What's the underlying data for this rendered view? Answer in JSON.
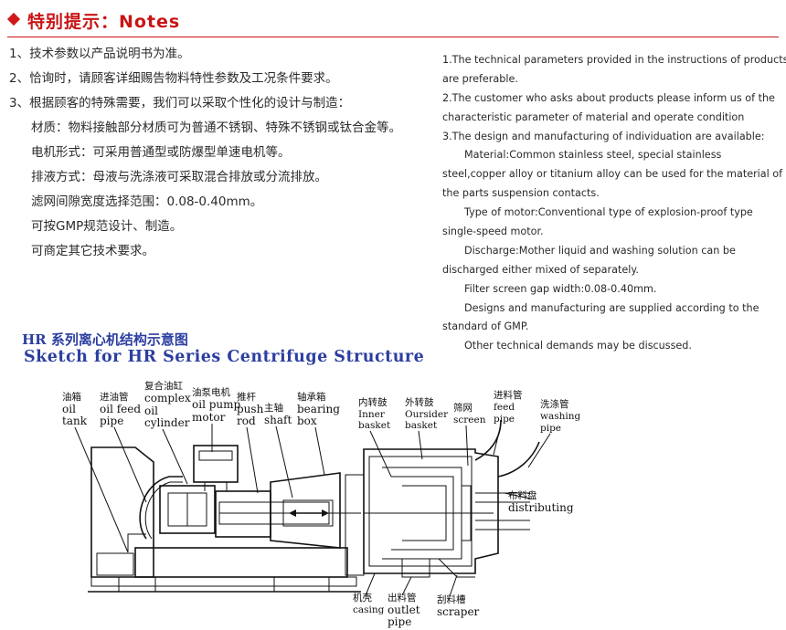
{
  "header": {
    "title": "特别提示：Notes"
  },
  "notes_cn": [
    "1、技术参数以产品说明书为准。",
    "2、恰询时，请顾客详细赐告物料特性参数及工况条件要求。",
    "3、根据顾客的特殊需要，我们可以采取个性化的设计与制造：",
    "材质：物料接触部分材质可为普通不锈钢、特殊不锈钢或钛合金等。",
    "电机形式：可采用普通型或防爆型单速电机等。",
    "排液方式：母液与洗涤液可采取混合排放或分流排放。",
    "滤网间隙宽度选择范围：0.08-0.40mm。",
    "可按GMP规范设计、制造。",
    "可商定其它技术要求。"
  ],
  "notes_en": [
    "1.The technical parameters provided in the instructions of products",
    "are preferable.",
    "2.The customer who asks about products please inform us of the",
    "characteristic parameter of material and operate condition",
    "3.The design and manufacturing of individuation are available:",
    "Material:Common stainless steel, special stainless",
    "steel,copper alloy or titanium alloy can be used for the material of",
    "the parts suspension contacts.",
    "Type of motor:Conventional type of explosion-proof type",
    "single-speed motor.",
    "Discharge:Mother liquid and washing solution can be",
    "discharged either mixed of separately.",
    "Filter screen gap width:0.08-0.40mm.",
    "Designs and manufacturing are supplied according to the",
    "standard of GMP.",
    "Other technical demands may be discussed."
  ],
  "sketch": {
    "title_cn": "HR 系列离心机结构示意图",
    "title_en": "Sketch for HR Series Centrifuge Structure"
  },
  "labels": {
    "oil_tank": [
      "油箱",
      "oil",
      "tank"
    ],
    "oil_feed_pipe": [
      "进油管",
      "oil feed",
      "pipe"
    ],
    "complex_cylinder": [
      "复合油缸",
      "complex",
      "oil",
      "cylinder"
    ],
    "oil_pump_motor": [
      "油泵电机",
      "oil pump",
      "motor"
    ],
    "push_rod": [
      "推杆",
      "push",
      "rod"
    ],
    "shaft": [
      "主轴",
      "shaft"
    ],
    "bearing_box": [
      "轴承箱",
      "bearing",
      "box"
    ],
    "inner_basket": [
      "内转鼓",
      "Inner",
      "basket"
    ],
    "outer_basket": [
      "外转鼓",
      "Oursider",
      "basket"
    ],
    "screen": [
      "筛网",
      "screen"
    ],
    "feed_pipe": [
      "进料管",
      "feed",
      "pipe"
    ],
    "washing_pipe": [
      "洗涤管",
      "washing",
      "pipe"
    ],
    "distributing": [
      "布料盘",
      "distributing"
    ],
    "casing": [
      "机壳",
      "casing"
    ],
    "outlet_pipe": [
      "出料管",
      "outlet",
      "pipe"
    ],
    "scraper": [
      "刮料槽",
      "scraper"
    ]
  },
  "colors": {
    "accent_red": "#c81414",
    "sketch_blue": "#2c3fa0"
  }
}
